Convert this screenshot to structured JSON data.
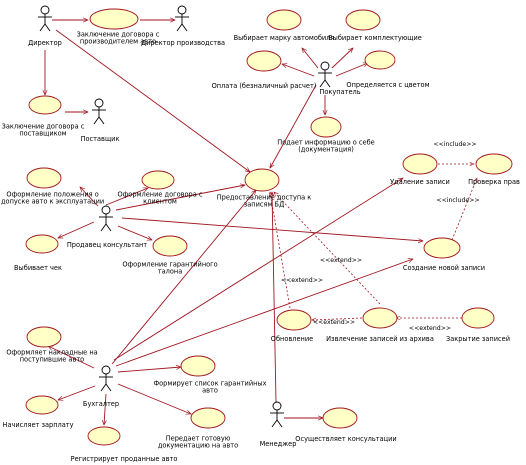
{
  "actors": {
    "director": "Директор",
    "production_director": "Директор производства",
    "supplier": "Поставщик",
    "buyer": "Покупатель",
    "sales_consultant": "Продавец консультант",
    "accountant": "Бухгалтер",
    "manager": "Менеджер"
  },
  "use_cases": {
    "contract_manufacturer": "Заключение договора с производителем авто",
    "contract_supplier": "Заключение договора с поставщиком",
    "choose_brand": "Выбирает марку автомобиля",
    "choose_trim": "Выбирает комплектующие",
    "payment": "Оплата (безналичный расчет)",
    "color": "Определяется с цветом",
    "info": "Подает информацию о себе (документация)",
    "db_access": "Предоставление доступа к записям БД",
    "delete_record": "Удаление записи",
    "check_rights": "Проверка прав",
    "admission": "Оформление положения о допуске авто к эксплуатации",
    "client_contract": "Оформление договора с клиентом",
    "receipt": "Выбивает чек",
    "warranty_coupon": "Оформление гарантийного талона",
    "create_record": "Создание новой записи",
    "update": "Обновление",
    "extract": "Извлечение записей из архива",
    "close_records": "Закрытие записей",
    "invoices": "Оформляет накладные на поступившие авто",
    "warranty_list": "Формирует список гарантийных авто",
    "salary": "Начисляет зарплату",
    "hand_docs": "Передает готовую документацию на авто",
    "consult": "Осуществляет консультации",
    "register_sold": "Регистрирует проданные авто"
  },
  "stereotypes": {
    "include1": "<<include>>",
    "include2": "<<include>>",
    "extend1": "<<extend>>",
    "extend2": "<<extend>>",
    "extend3": "<<extend>>",
    "extend4": "<<extend>>"
  },
  "colors": {
    "use_case_fill": "#ffffc6",
    "line": "#a0161f"
  }
}
